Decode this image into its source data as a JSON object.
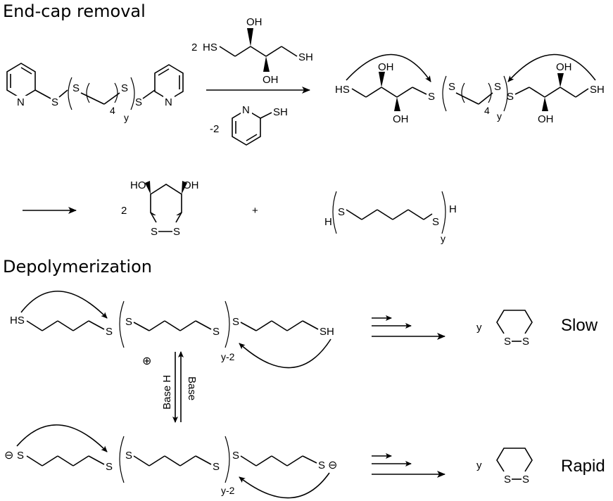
{
  "headings": {
    "endcap": "End-cap removal",
    "depoly": "Depolymerization"
  },
  "atoms": {
    "S": "S",
    "N": "N",
    "H": "H",
    "SH": "SH",
    "HS": "HS",
    "OH": "OH",
    "HO": "HO"
  },
  "subscripts": {
    "four": "4",
    "y": "y",
    "y2": "y-2"
  },
  "reagents": {
    "dtt_coeff": "2",
    "pyr_coeff": "-2"
  },
  "products": {
    "coeff": "2",
    "plus": "+"
  },
  "labels": {
    "base_h": "Base H",
    "base": "Base",
    "plus_circle": "⊕",
    "minus_circle": "⊖",
    "slow": "Slow",
    "rapid": "Rapid",
    "yield_coeff": "y"
  }
}
